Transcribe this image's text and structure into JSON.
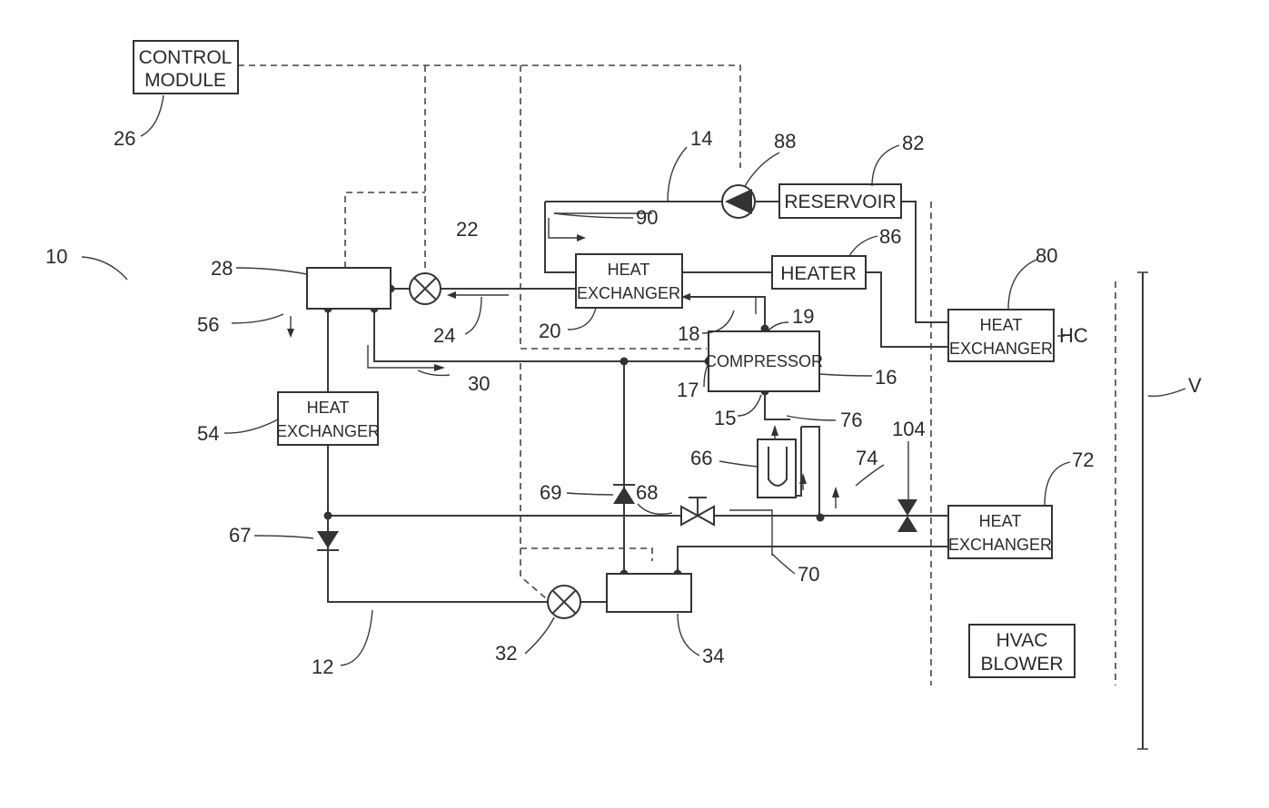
{
  "boxes": {
    "control_module": [
      "CONTROL",
      "MODULE"
    ],
    "reservoir": "RESERVOIR",
    "heater": "HEATER",
    "hx20": [
      "HEAT",
      "EXCHANGER"
    ],
    "compressor": "COMPRESSOR",
    "hx54": [
      "HEAT",
      "EXCHANGER"
    ],
    "hx80": [
      "HEAT",
      "EXCHANGER"
    ],
    "hx72": [
      "HEAT",
      "EXCHANGER"
    ],
    "hvac_blower": [
      "HVAC",
      "BLOWER"
    ]
  },
  "refs": {
    "r10": "10",
    "r12": "12",
    "r14": "14",
    "r15": "15",
    "r16": "16",
    "r17": "17",
    "r18": "18",
    "r19": "19",
    "r20": "20",
    "r22": "22",
    "r24": "24",
    "r26": "26",
    "r28": "28",
    "r30": "30",
    "r32": "32",
    "r34": "34",
    "r54": "54",
    "r56": "56",
    "r66": "66",
    "r67": "67",
    "r68": "68",
    "r69": "69",
    "r70": "70",
    "r72": "72",
    "r74": "74",
    "r76": "76",
    "r80": "80",
    "r82": "82",
    "r86": "86",
    "r88": "88",
    "r90": "90",
    "r104": "104",
    "hc": "HC",
    "v": "V"
  }
}
